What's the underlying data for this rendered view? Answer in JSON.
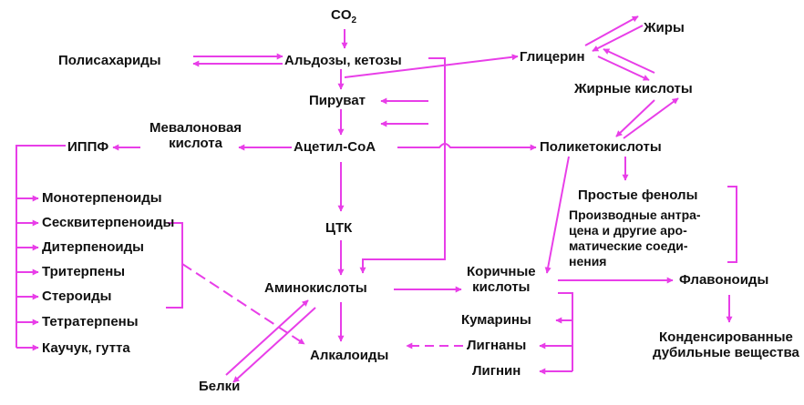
{
  "colors": {
    "arrow": "#e83ee8",
    "text": "#111111",
    "background": "#ffffff"
  },
  "nodes": {
    "co2": {
      "base": "CO",
      "sub": "2"
    },
    "polysaccharides": "Полисахариды",
    "aldoses_ketoses": "Альдозы, кетозы",
    "glycerol": "Глицерин",
    "fats": "Жиры",
    "fatty_acids": "Жирные кислоты",
    "pyruvate": "Пируват",
    "mevalonic_acid": "Мевалоновая\nкислота",
    "ippf": "ИППФ",
    "acetyl_coa": "Ацетил-СоА",
    "polyketoacids": "Поликетокислоты",
    "monoterpenoids": "Монотерпеноиды",
    "sesquiterpenoids": "Сесквитерпеноиды",
    "diterpenoids": "Дитерпеноиды",
    "triterpenes": "Тритерпены",
    "steroids": "Стероиды",
    "tetraterpenes": "Тетратерпены",
    "rubber_gutta": "Каучук, гутта",
    "tca": "ЦТК",
    "simple_phenols": "Простые фенолы",
    "anthracene_derivatives": "Производные антра-\nцена и другие аро-\nматические соеди-\nнения",
    "amino_acids": "Аминокислоты",
    "cinnamic_acids": "Коричные\nкислоты",
    "flavonoids": "Флавоноиды",
    "coumarins": "Кумарины",
    "lignans": "Лигнаны",
    "lignin": "Лигнин",
    "alkaloids": "Алкалоиды",
    "proteins": "Белки",
    "condensed_tannins": "Конденсированные\nдубильные вещества"
  }
}
